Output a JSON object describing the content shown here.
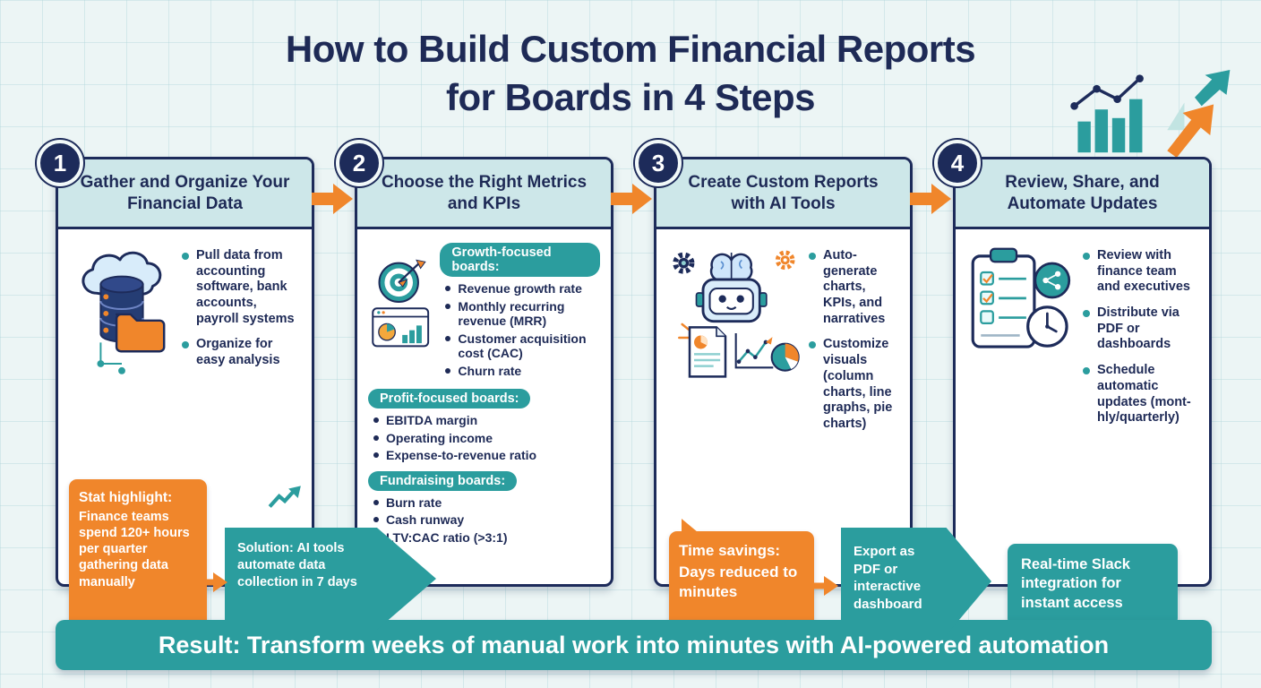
{
  "title": {
    "line1": "How to Build Custom Financial Reports",
    "line2": "for Boards in 4 Steps"
  },
  "steps": [
    {
      "number": "1",
      "title": "Gather and Organize Your Financial Data",
      "icon": "cloud-database-folder-icon",
      "bullets": [
        "Pull data from accounting software, bank accounts, payroll systems",
        "Organize for easy analysis"
      ],
      "stat": {
        "label": "Stat highlight:",
        "text_before": "Finance teams spend ",
        "text_bold": "120+ hours",
        "text_after": " per quarter gathering data manually"
      },
      "solution": {
        "label": "Solution:",
        "text": " AI tools automate data collection in 7 days"
      }
    },
    {
      "number": "2",
      "title": "Choose the Right Metrics and KPIs",
      "icon": "target-metrics-icon",
      "groups": [
        {
          "label": "Growth-focused boards:",
          "items": [
            "Revenue growth rate",
            "Monthly recurring revenue (MRR)",
            "Customer acquisition cost (CAC)",
            "Churn rate"
          ]
        },
        {
          "label": "Profit-focused boards:",
          "items": [
            "EBITDA margin",
            "Operating income",
            "Expense-to-revenue ratio"
          ]
        },
        {
          "label": "Fundraising boards:",
          "items": [
            "Burn rate",
            "Cash runway",
            "LTV:CAC ratio (>3:1)"
          ]
        }
      ]
    },
    {
      "number": "3",
      "title": "Create Custom Reports with AI Tools",
      "icon": "ai-robot-icon",
      "bullets": [
        "Auto-generate charts, KPIs, and narratives",
        "Customize visuals (column charts, line graphs, pie charts)"
      ],
      "stat": {
        "label": "Time savings:",
        "text_before": "Days reduced to ",
        "text_bold": "minutes",
        "text_after": ""
      },
      "solution": {
        "label": "",
        "text": "Export as PDF or interactive dashboard"
      }
    },
    {
      "number": "4",
      "title": "Review, Share, and Automate Updates",
      "icon": "checklist-share-clock-icon",
      "bullets": [
        "Review with finance team and executives",
        "Distribute via PDF or dashboards",
        "Schedule automatic updates (mont-hly/quarterly)"
      ],
      "callout": "Real-time Slack integration for instant access"
    }
  ],
  "result_banner": "Result: Transform weeks of manual work into minutes with AI-powered automation",
  "colors": {
    "navy": "#1d2b5a",
    "teal": "#2b9d9e",
    "orange": "#f0862b",
    "header_bg": "#cde7e9",
    "background": "#ecf5f5"
  }
}
